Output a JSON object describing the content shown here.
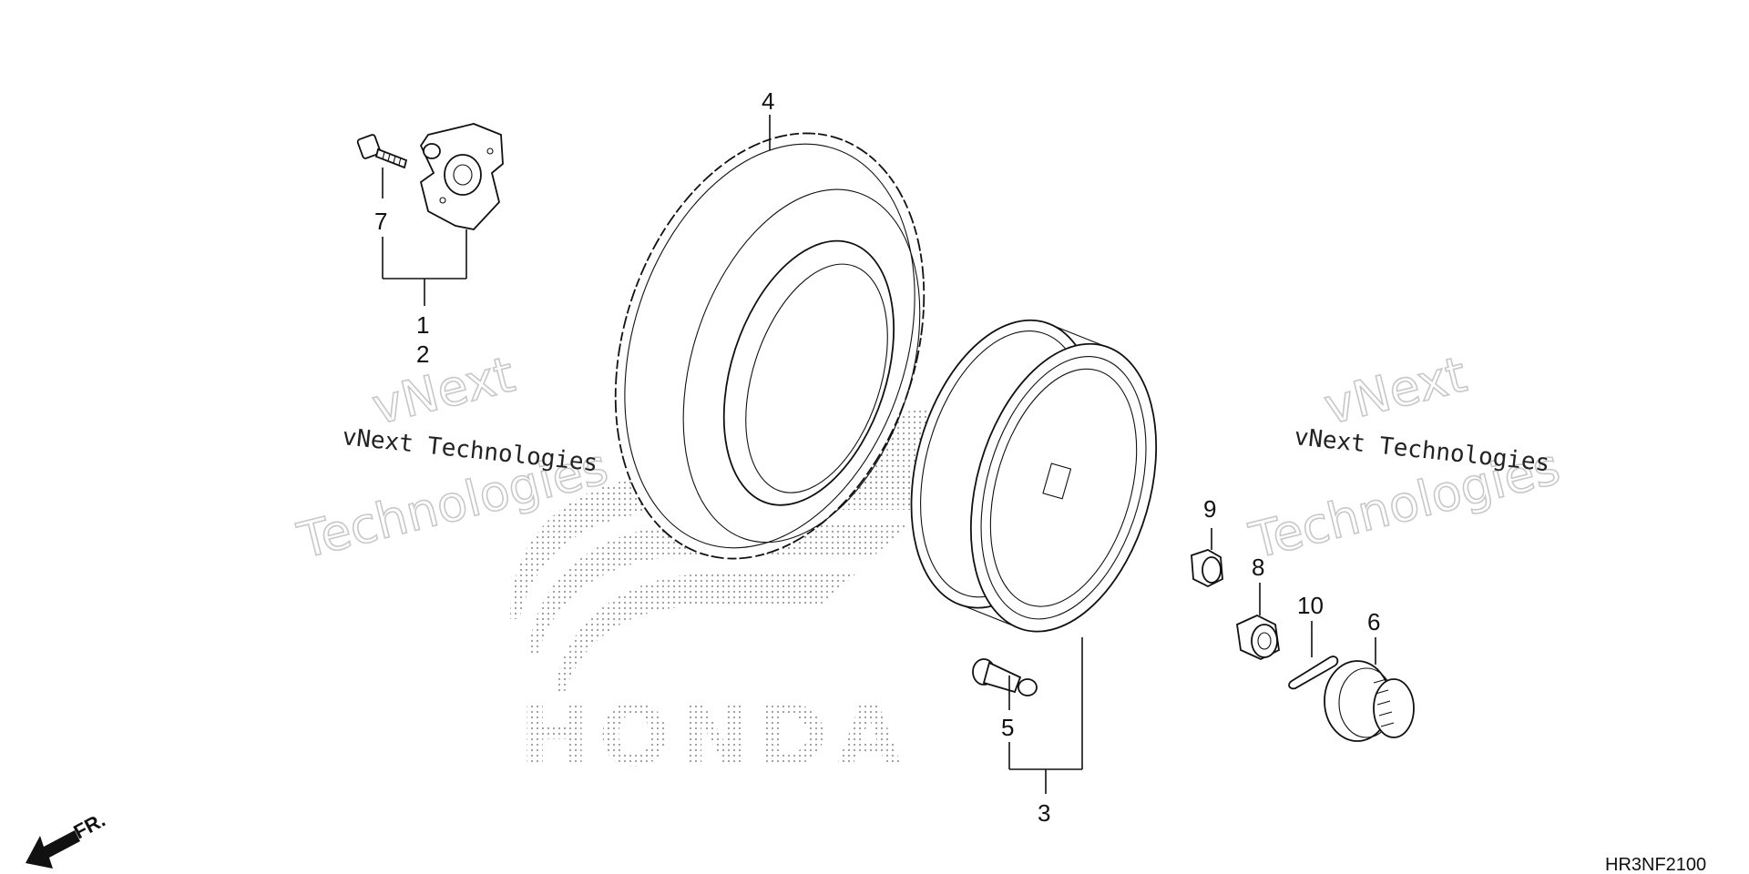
{
  "callouts": {
    "c1": "1",
    "c2": "2",
    "c3": "3",
    "c4": "4",
    "c5": "5",
    "c6": "6",
    "c7": "7",
    "c8": "8",
    "c9": "9",
    "c10": "10"
  },
  "watermark": {
    "line": "vNext Technologies",
    "top_word": "vNext",
    "bottom_word": "Technologies"
  },
  "brand_watermark": "HONDA",
  "direction_label": "FR.",
  "diagram_code": "HR3NF2100"
}
